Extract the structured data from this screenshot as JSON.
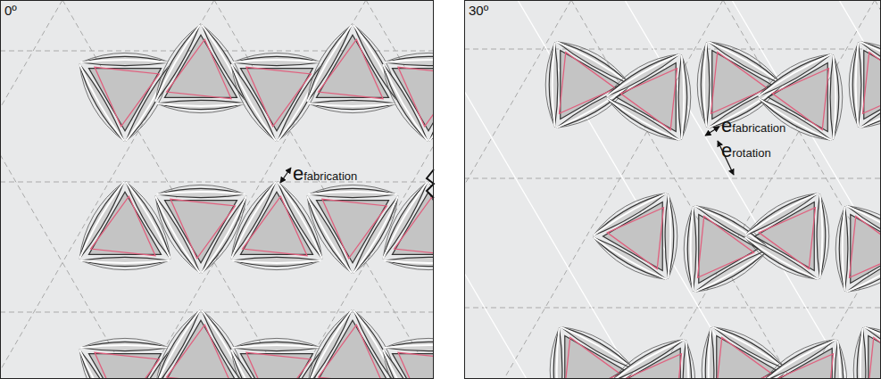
{
  "diagram": {
    "nodes": [
      {
        "text": [
          "0º"
        ]
      },
      {
        "text": [
          "30º"
        ]
      }
    ],
    "labels": [
      "efabrication",
      "efabrication",
      "erotation"
    ]
  }
}
